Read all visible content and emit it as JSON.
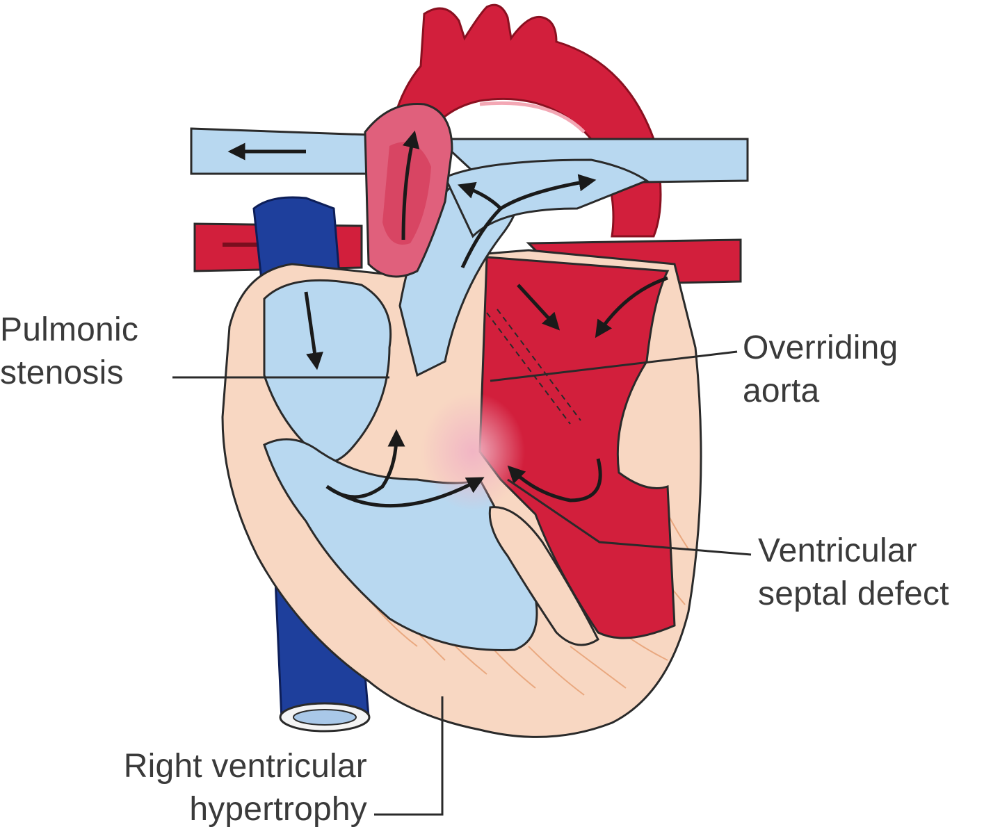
{
  "labels": {
    "pulmonic_stenosis": {
      "line1": "Pulmonic",
      "line2": "stenosis"
    },
    "overriding_aorta": {
      "line1": "Overriding",
      "line2": "aorta"
    },
    "ventricular_septal_defect": {
      "line1": "Ventricular",
      "line2": "septal defect"
    },
    "right_ventricular_hypertrophy": {
      "line1": "Right ventricular",
      "line2": "hypertrophy"
    }
  },
  "colors": {
    "oxygenated_blood": "#d21f3c",
    "deoxygenated_blood": "#b8d8f0",
    "vena_cava": "#1e3f9c",
    "heart_wall": "#f8d7c2",
    "outline": "#2a2a2a",
    "label_text": "#3a3a3a"
  }
}
